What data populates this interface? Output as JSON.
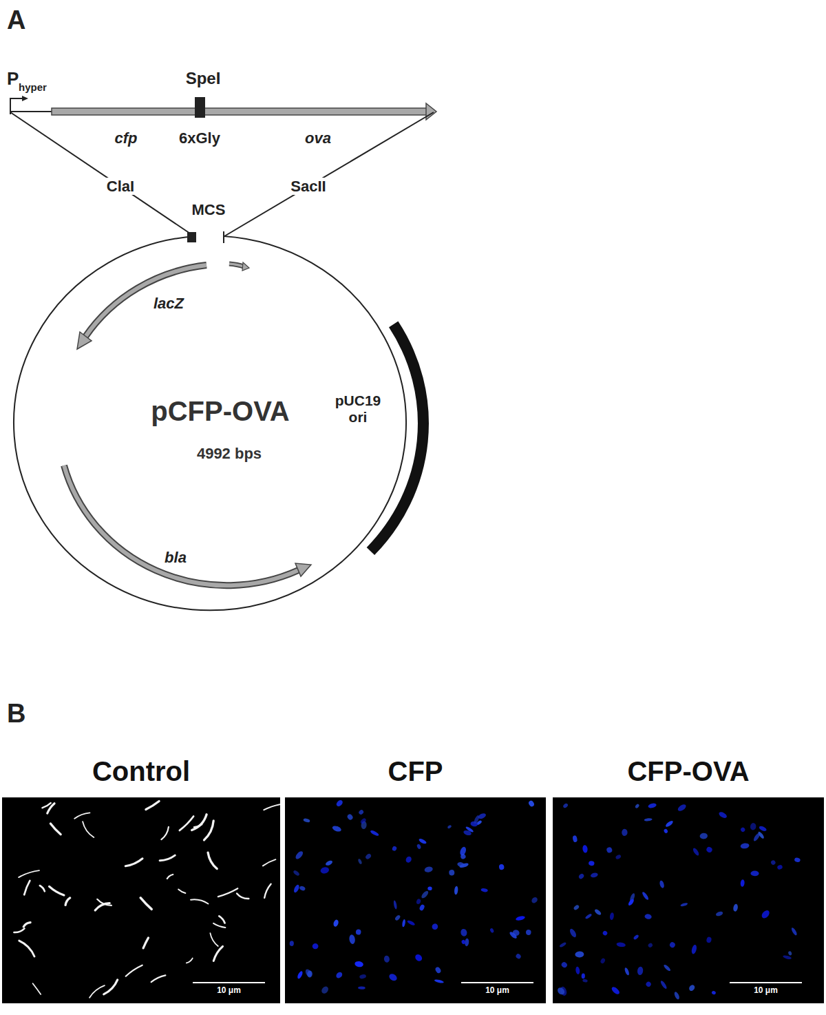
{
  "diagram": {
    "nodes": [
      {
        "text": [
          "pCFP-OVA",
          "4992 bps"
        ]
      },
      {
        "text": [
          "Control",
          "10 μm"
        ]
      },
      {
        "text": [
          "CFP",
          "10 μm"
        ]
      },
      {
        "text": [
          "CFP-OVA",
          "10 μm"
        ]
      }
    ],
    "labels": [
      "A",
      "P",
      "hyper",
      "SpeI",
      "cfp",
      "6xGly",
      "ova",
      "ClaI",
      "SacII",
      "MCS",
      "lacZ",
      "pUC19 ori",
      "bla",
      "B"
    ]
  }
}
